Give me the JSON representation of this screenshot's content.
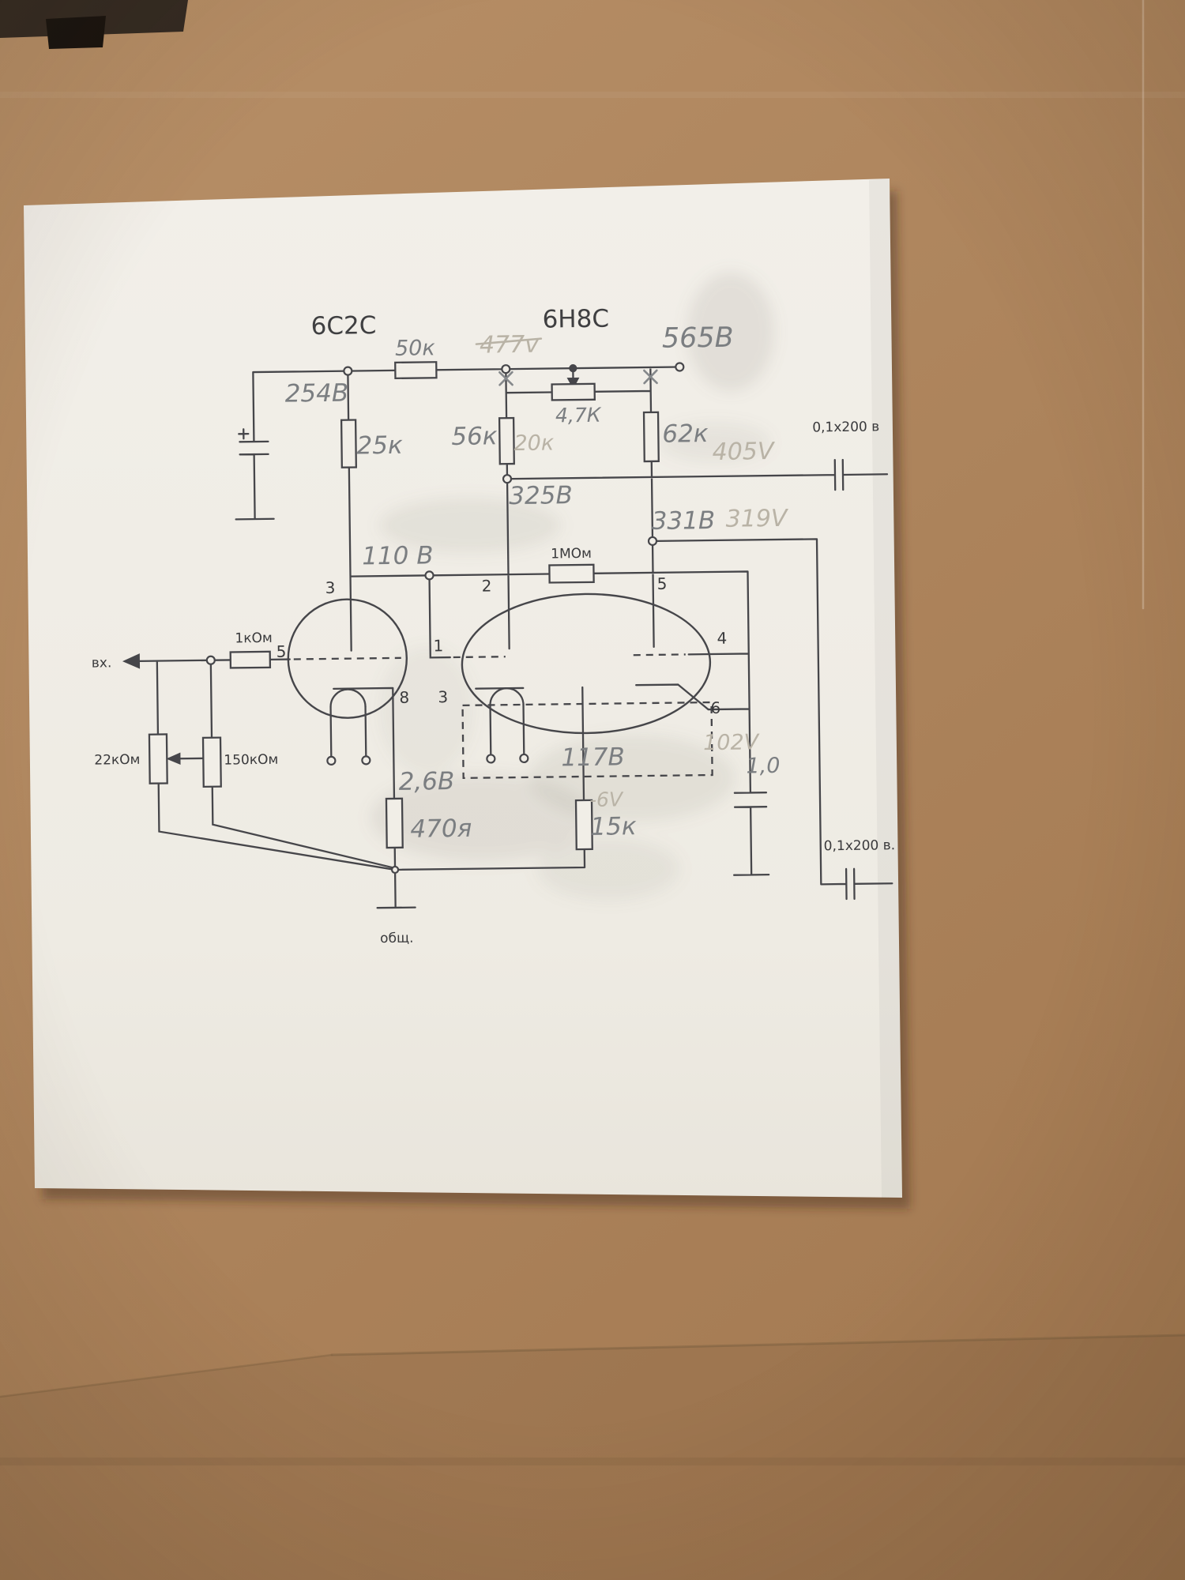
{
  "printed": {
    "tube_left": "6С2С",
    "tube_right": "6Н8С",
    "cap_top_right": "0,1x200 в",
    "cap_bottom_right": "0,1x200 в.",
    "resistor_1mohm": "1МОм",
    "resistor_1kohm": "1кОм",
    "pot_22kohm": "22кОм",
    "resistor_150kohm": "150кОм",
    "input": "вх.",
    "common": "общ."
  },
  "pins": {
    "left_anode": "3",
    "left_grid": "5",
    "mid_anode": "2",
    "mid_grid": "1",
    "right_anode": "5",
    "right_grid": "4",
    "left_cathode_a": "8",
    "left_cathode_b": "3",
    "right_cathode": "6"
  },
  "handwritten": {
    "r50k": "50к",
    "v565": "565В",
    "v254": "254В",
    "r25k": "25к",
    "r56k": "56к",
    "r47k": "4,7К",
    "r62k": "62к",
    "v325": "325В",
    "v331": "331В",
    "v110": "110 В",
    "v26": "2,6В",
    "r470": "470я",
    "v117": "117В",
    "r15k": "15к",
    "c10": "1,0"
  },
  "faded": {
    "v477": "477v",
    "v405": "405V",
    "v319": "319V",
    "r20k": "20к",
    "v102": "102V",
    "v6": "-6V"
  },
  "colors": {
    "paper": "#f1eee7",
    "cardboard": "#b28a60",
    "ink": "#46464a",
    "pencil": "#7b7e81",
    "faded_pencil": "#b9b3a6"
  }
}
